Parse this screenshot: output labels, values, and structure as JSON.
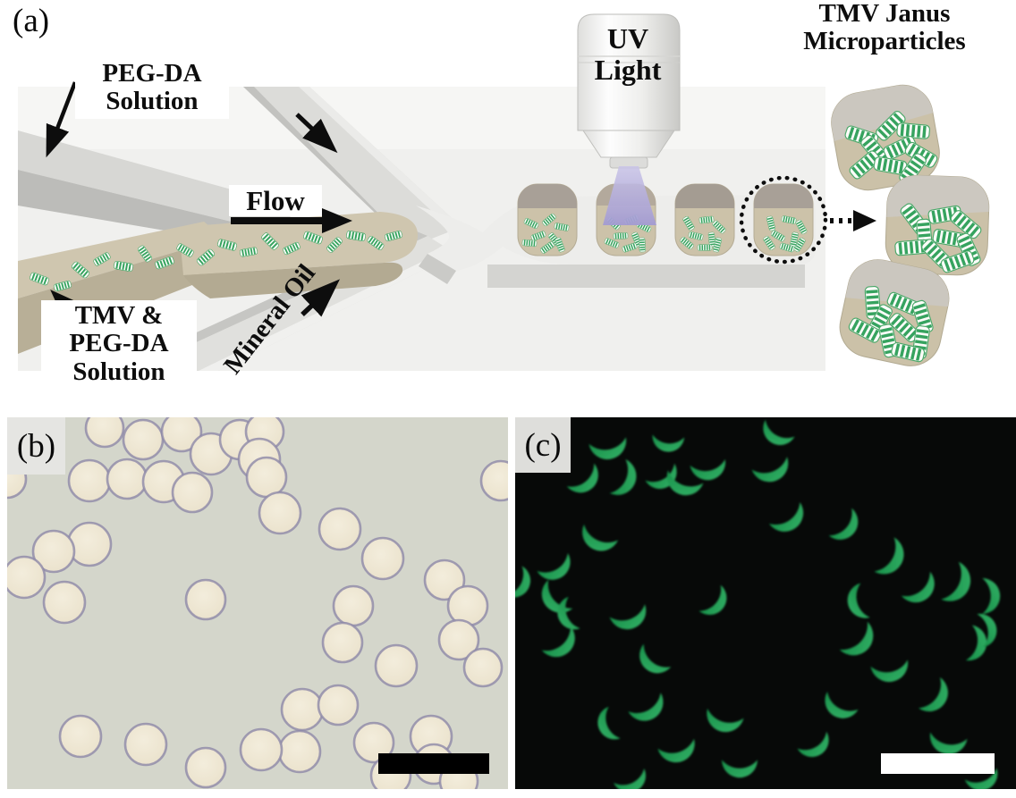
{
  "panels": {
    "a": {
      "label": "(a)",
      "annotations": {
        "peg_da": [
          "PEG-DA",
          "Solution"
        ],
        "flow": "Flow",
        "tmv_peg_da": [
          "TMV &",
          "PEG-DA",
          "Solution"
        ],
        "mineral_oil": "Mineral Oil",
        "uv_light": [
          "UV",
          "Light"
        ],
        "product": [
          "TMV Janus",
          "Microparticles"
        ]
      }
    },
    "b": {
      "label": "(b)",
      "scale_bar_color": "black"
    },
    "c": {
      "label": "(c)",
      "scale_bar_color": "white"
    }
  },
  "colors": {
    "tmv_rod_green": "#36a35f",
    "fluorescence_green": "#23a95c",
    "uv_cone_purple": "#a8a0d6",
    "peg_solution_tan": "#cfc6af",
    "oil_channel_gray": "#dededb",
    "micrograph_b_background": "#d4d6cb",
    "micrograph_c_background": "#070908"
  }
}
